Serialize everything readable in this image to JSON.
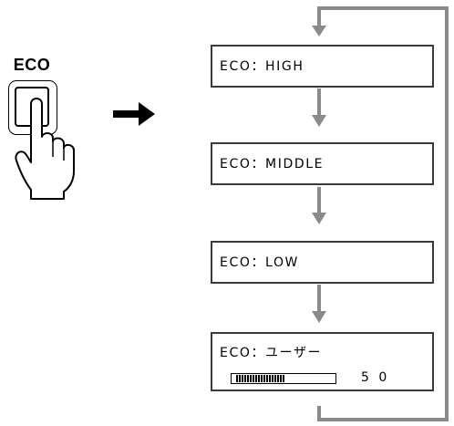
{
  "button": {
    "label": "ECO"
  },
  "menu_states": [
    {
      "text": "ECO：HIGH"
    },
    {
      "text": "ECO：MIDDLE"
    },
    {
      "text": "ECO：LOW"
    },
    {
      "text": "ECO：ユーザー",
      "level_value": "5 0",
      "level_fill_fraction": 0.5
    }
  ],
  "colors": {
    "flow_line": "#8a8a8a",
    "box_border": "#3a3a3a",
    "arrow": "#000000"
  },
  "icons": {
    "hand": "pointing-hand-icon",
    "arrow": "right-arrow-icon"
  }
}
